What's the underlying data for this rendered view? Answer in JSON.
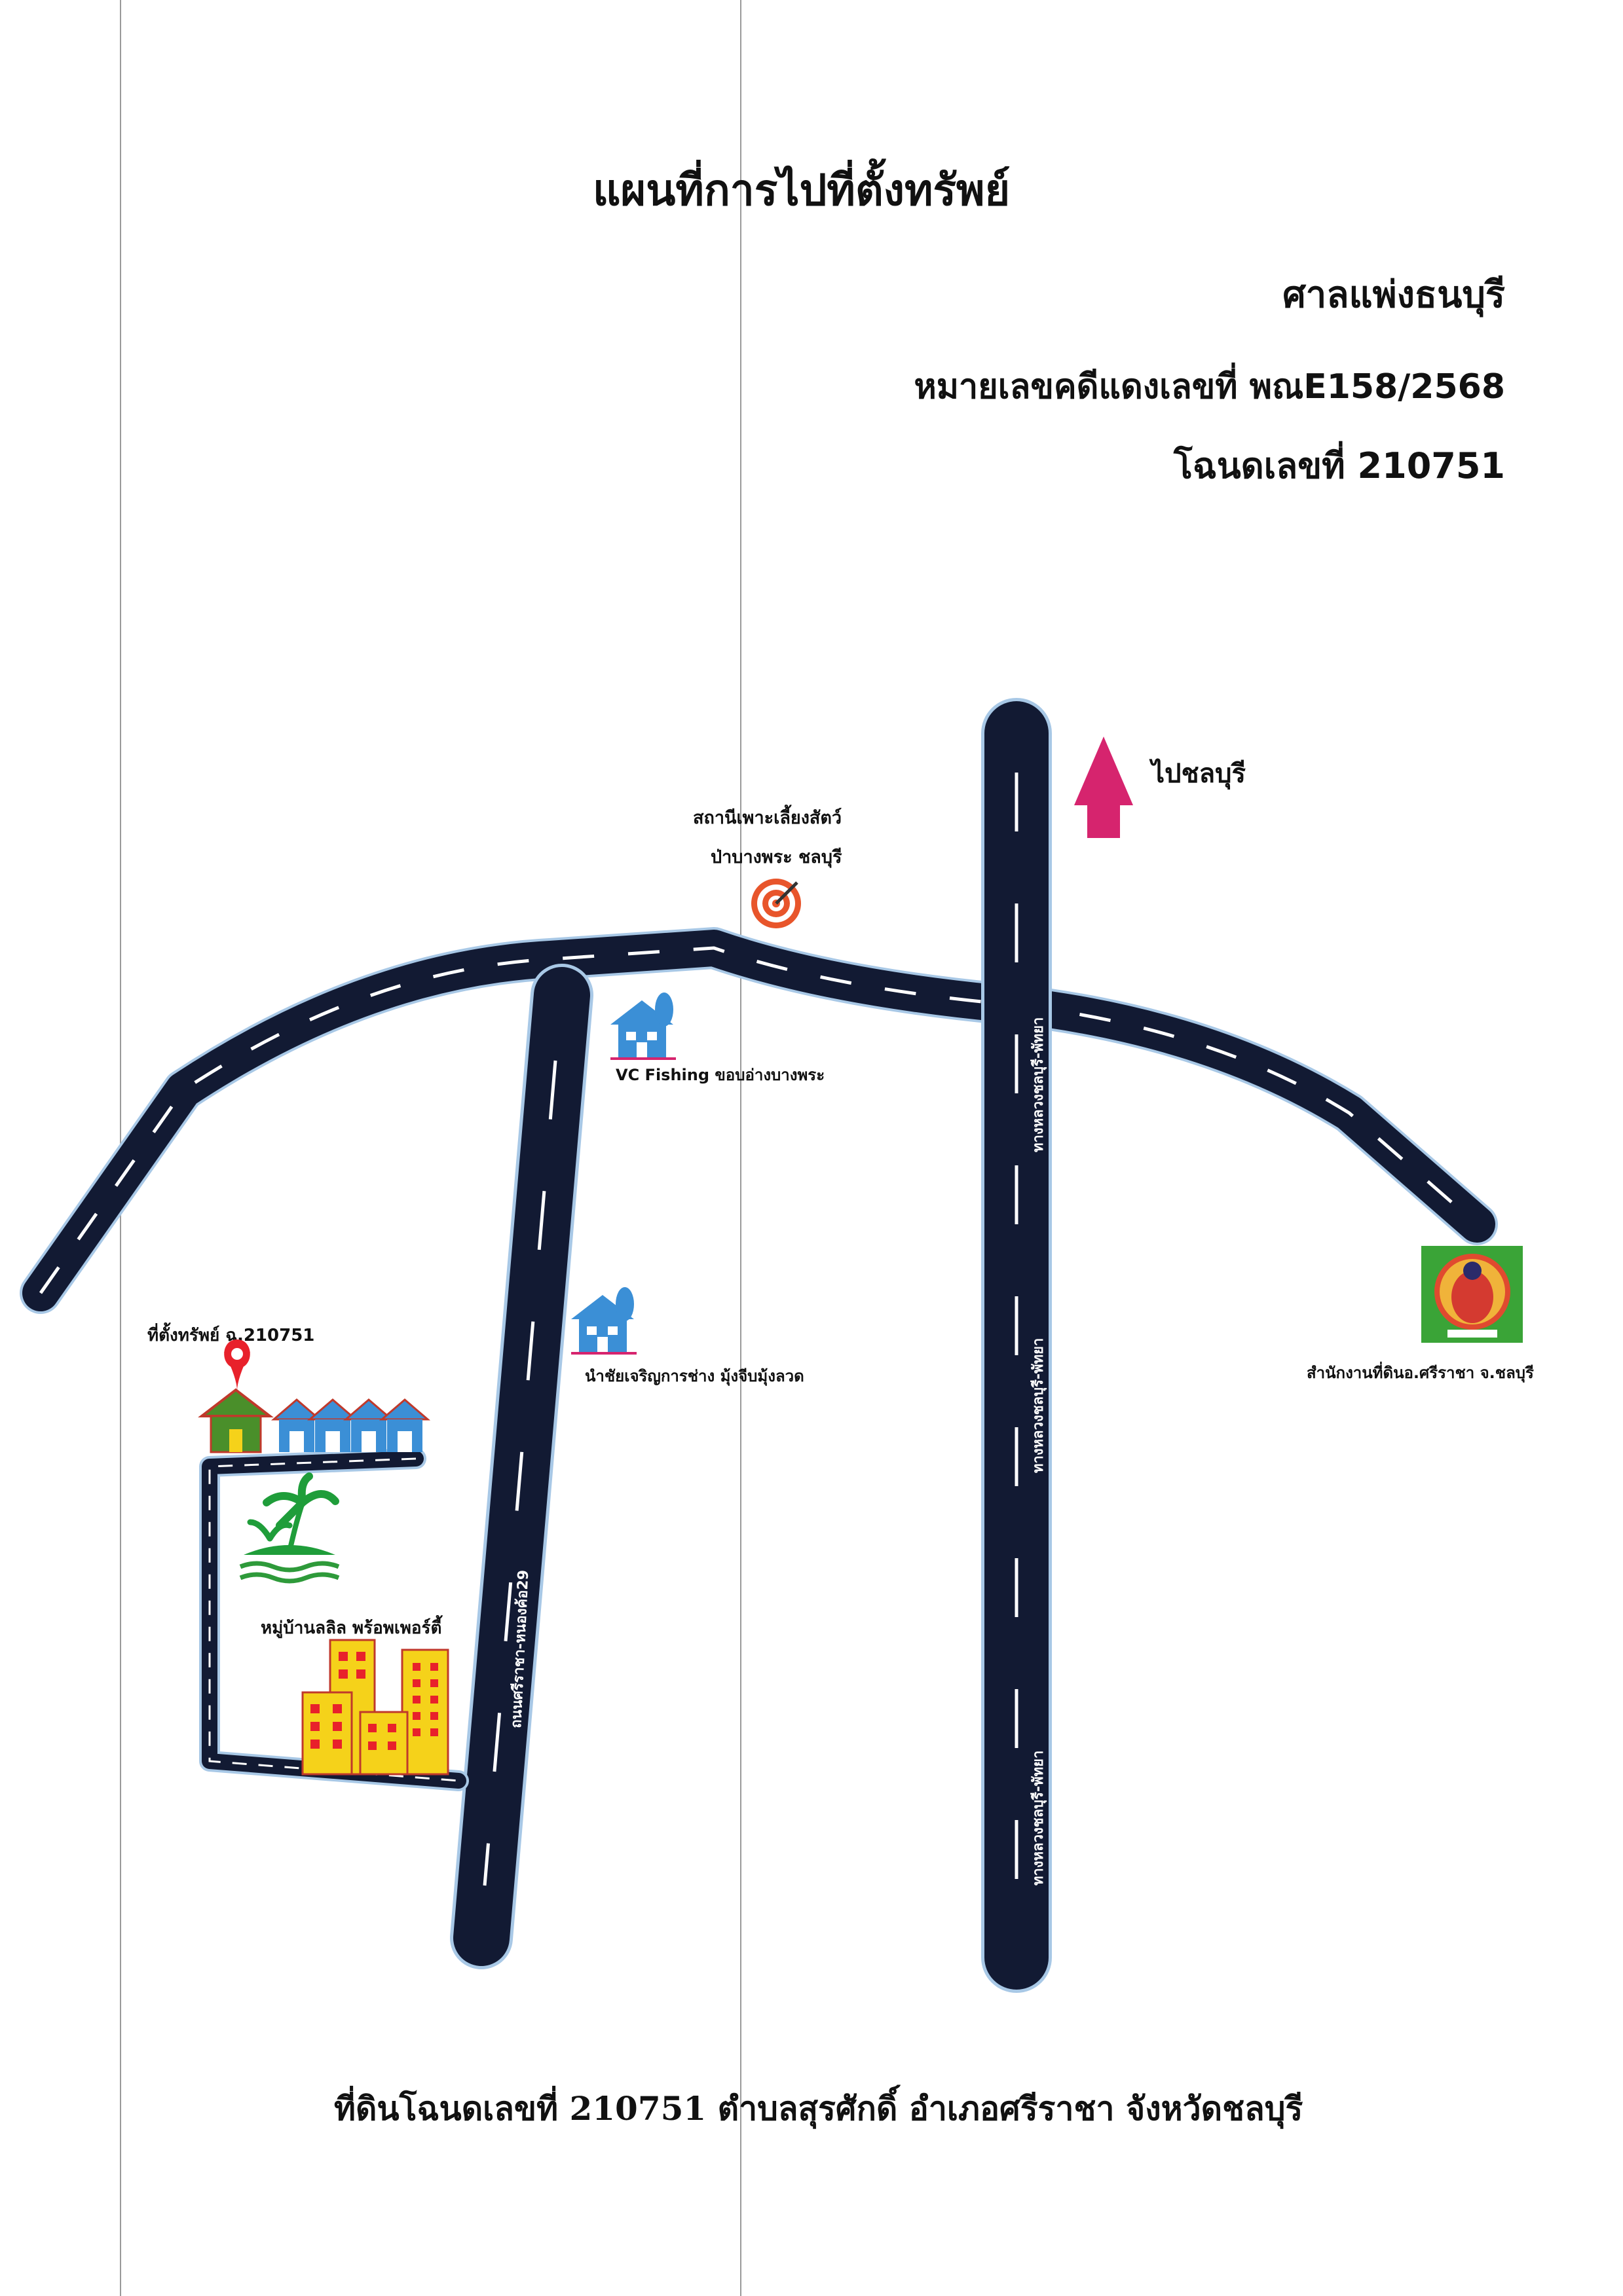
{
  "header": {
    "title": "แผนที่การไปที่ตั้งทรัพย์",
    "court": "ศาลแพ่งธนบุรี",
    "case_no": "หมายเลขคดีแดงเลขที่ พณE158/2568",
    "deed_no": "โฉนดเลขที่ 210751"
  },
  "map": {
    "direction_label": "ไปชลบุรี",
    "roads": {
      "soi_label": "ถนนศรีราชา-หนองค้อ29",
      "highway_label": "ทางหลวงชลบุรี-พัทยา"
    },
    "pois": {
      "wildlife_line1": "สถานีเพาะเลี้ยงสัตว์",
      "wildlife_line2": "ป่าบางพระ ชลบุรี",
      "vc_fishing": "VC Fishing ขอบอ่างบางพระ",
      "shop": "นำชัยเจริญการช่าง มุ้งจีบมุ้งลวด",
      "land_office": "สำนักงานที่ดินอ.ศรีราชา จ.ชลบุรี",
      "property": "ที่ตั้งทรัพย์ ฉ.210751",
      "village": "หมู่บ้านลลิล พร้อพเพอร์ตี้"
    }
  },
  "colors": {
    "road": "#121a33",
    "road_outline": "#a8c8e6",
    "arrow": "#d6246e",
    "pin": "#e8212b",
    "house": "#3b8fd6",
    "house_property": "#4a8f2a",
    "building": "#f5d21a",
    "building_window": "#e8212b",
    "tree": "#1f9d3a",
    "water": "#2e9a3a"
  },
  "footer": {
    "text": "ที่ดินโฉนดเลขที่ 210751 ตำบลสุรศักดิ์ อำเภอศรีราชา จังหวัดชลบุรี"
  }
}
